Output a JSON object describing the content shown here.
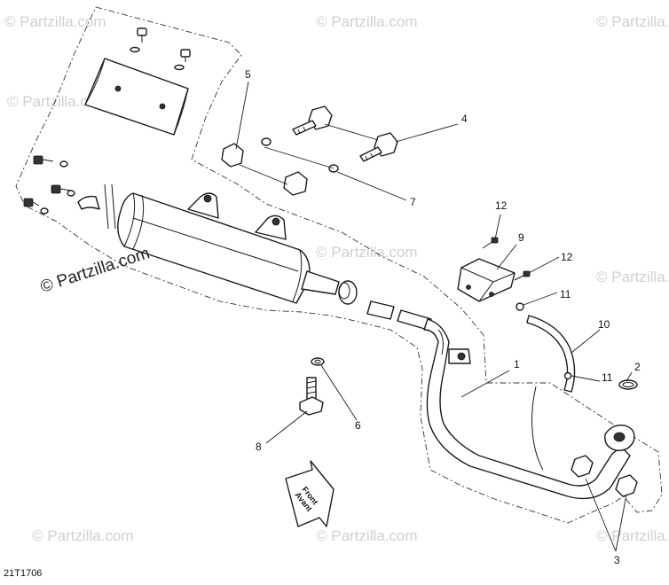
{
  "watermarks": {
    "faint": "© Partzilla.com",
    "main": "© Partzilla.com"
  },
  "diagram_code": "21T1706",
  "front_arrow": {
    "line1": "Front",
    "line2": "Avant"
  },
  "callouts": {
    "c1": "1",
    "c2": "2",
    "c3": "3",
    "c4": "4",
    "c5": "5",
    "c6": "6",
    "c7": "7",
    "c8": "8",
    "c9": "9",
    "c10": "10",
    "c11a": "11",
    "c11b": "11",
    "c12a": "12",
    "c12b": "12"
  }
}
